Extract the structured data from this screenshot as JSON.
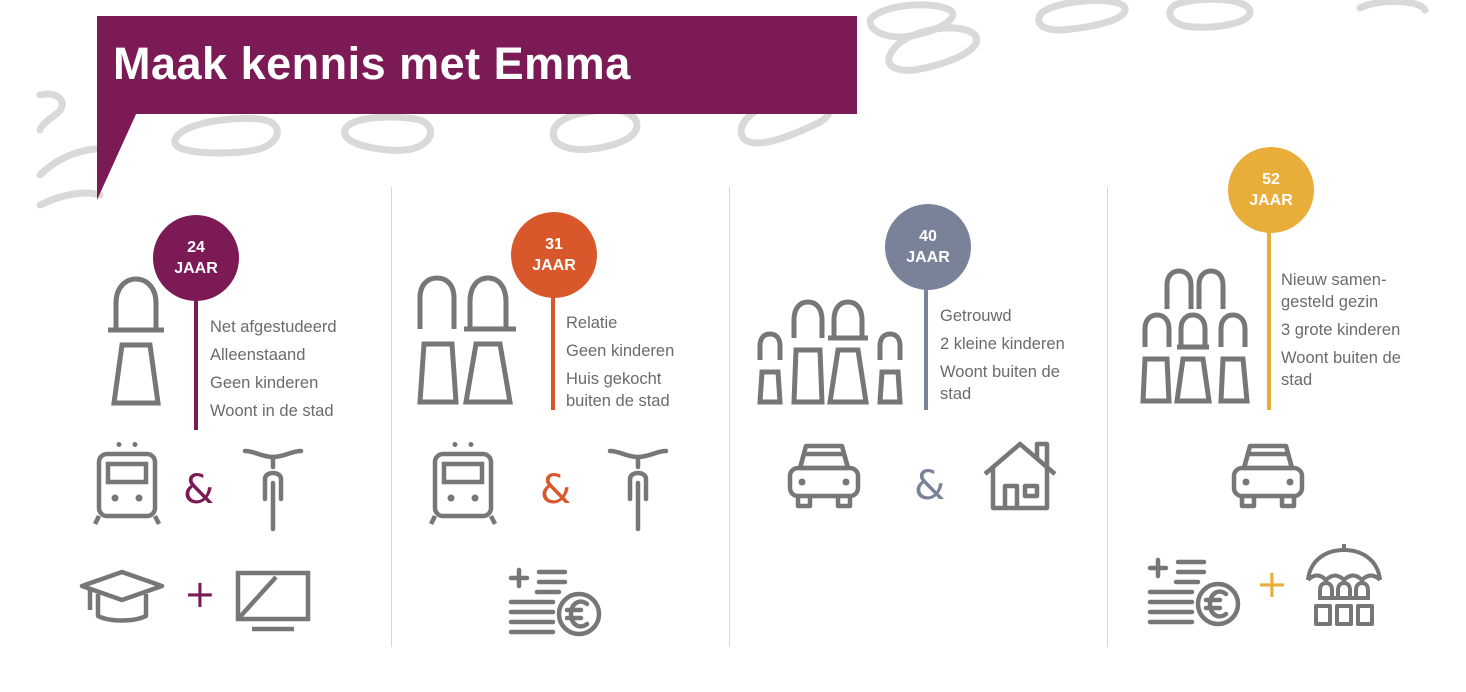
{
  "title": "Maak kennis met Emma",
  "colors": {
    "banner": "#7b1a55",
    "icon_gray": "#777777",
    "decor_gray": "#d9d9d9"
  },
  "stages": [
    {
      "age_number": "24",
      "age_unit": "JAAR",
      "color": "#7b1a55",
      "description": [
        "Net afgestudeerd",
        "Alleenstaand",
        "Geen kinderen",
        "Woont in de stad"
      ],
      "icons": [
        "single-person-icon",
        "train-icon",
        "bicycle-icon",
        "graduation-cap-icon",
        "tv-screen-icon"
      ],
      "connectors": [
        "&",
        "+"
      ]
    },
    {
      "age_number": "31",
      "age_unit": "JAAR",
      "color": "#d9582b",
      "description": [
        "Relatie",
        "Geen kinderen",
        "Huis gekocht",
        "buiten de stad"
      ],
      "icons": [
        "couple-icon",
        "train-icon",
        "bicycle-icon",
        "money-coin-icon"
      ],
      "connectors": [
        "&"
      ]
    },
    {
      "age_number": "40",
      "age_unit": "JAAR",
      "color": "#7a8299",
      "description": [
        "Getrouwd",
        "2 kleine kinderen",
        "Woont buiten de",
        "stad"
      ],
      "icons": [
        "family-icon",
        "car-icon",
        "house-icon"
      ],
      "connectors": [
        "&"
      ]
    },
    {
      "age_number": "52",
      "age_unit": "JAAR",
      "color": "#e9ae3a",
      "description": [
        "Nieuw samen-",
        "gesteld gezin",
        "3 grote kinderen",
        "Woont buiten de",
        "stad"
      ],
      "icons": [
        "blended-family-icon",
        "car-icon",
        "money-coin-icon",
        "family-umbrella-icon"
      ],
      "connectors": [
        "+"
      ]
    }
  ]
}
